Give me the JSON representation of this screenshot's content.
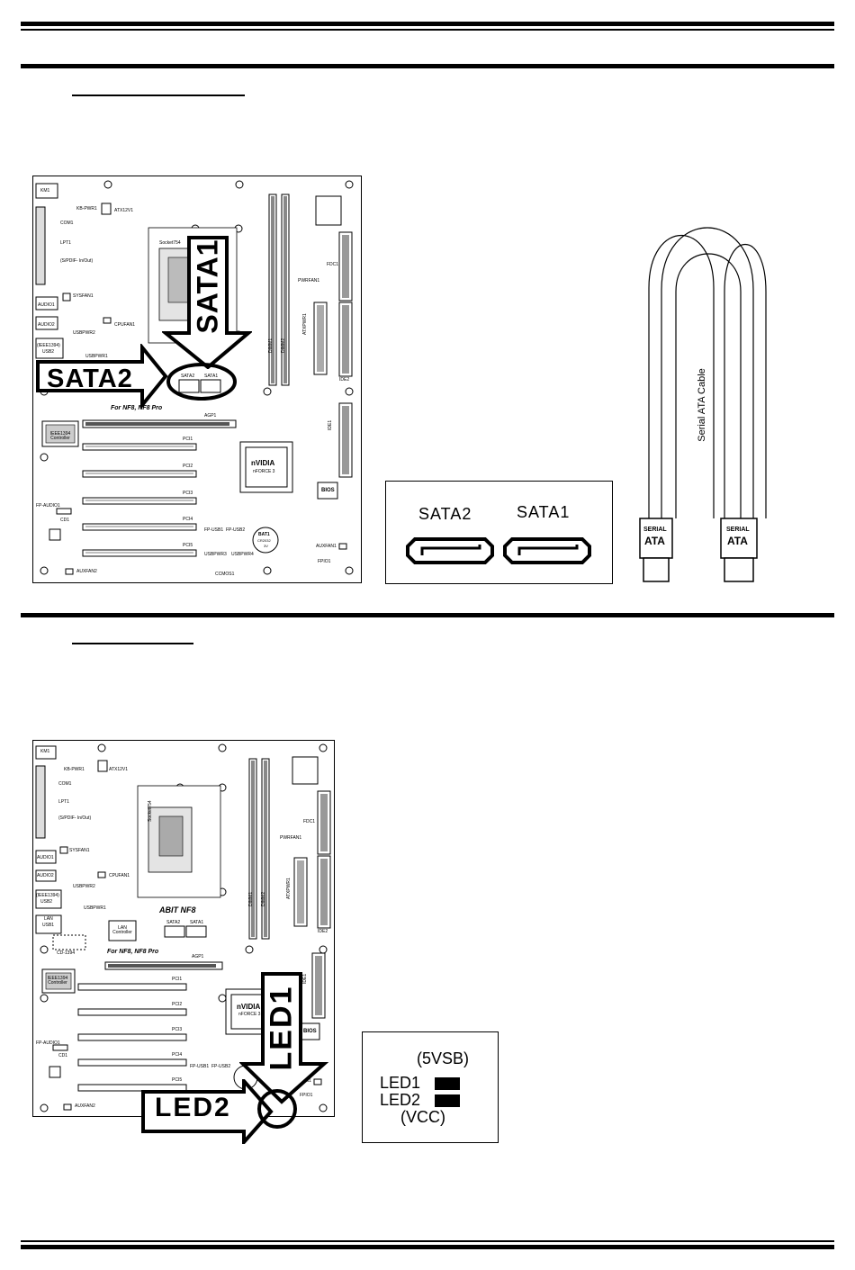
{
  "section1": {
    "board": {
      "kb_label": "KM1",
      "kbpwr_label": "KB-PWR1",
      "atx12v_label": "ATX12V1",
      "com_label": "COM1",
      "lpt_label": "LPT1",
      "spdif_label": "(S/PDIF- In/Out)",
      "sysfan_label": "SYSFAN1",
      "audio_label": "AUDIO1",
      "audio2_label": "AUDIO2",
      "usbpwr2_label": "USBPWR2",
      "cpufan_label": "CPUFAN1",
      "ieee_label": "(IEEE1394)",
      "usb2_label": "USB2",
      "usbpwr1_label": "USBPWR1",
      "fdc_label": "FDC1",
      "pwrfan_label": "PWRFAN1",
      "atxpwr_label": "ATXPWR1",
      "ide2_label": "IDE2",
      "ide1_label": "IDE1",
      "dimm1_label": "DIMM1",
      "dimm2_label": "DIMM2",
      "sata2_small": "SATA2",
      "sata1_small": "SATA1",
      "for_label": "For NF8, NF8 Pro",
      "agp_label": "AGP1",
      "ieee_ctrl_label": "IEEE1394 Controller",
      "pci1": "PCI1",
      "pci2": "PCI2",
      "pci3": "PCI3",
      "pci4": "PCI4",
      "pci5": "PCI5",
      "chip_label": "nVIDIA",
      "chip_sub": "nFORCE 3",
      "bios_label": "BIOS",
      "fpaudio_label": "FP-AUDIO1",
      "cd1_label": "CD1",
      "fpusb1_label": "FP-USB1",
      "fpusb2_label": "FP-USB2",
      "usbpwr3_label": "USBPWR3",
      "usbpwr4_label": "USBPWR4",
      "bat_label": "BAT1",
      "bat_sub": "CR2032",
      "bat_sub2": "3V",
      "auxfan1_label": "AUXFAN1",
      "auxfan2_label": "AUXFAN2",
      "fpio_label": "FPIO1",
      "ccmos_label": "CCMOS1",
      "socket_label": "Socket754"
    },
    "callout_sata1": "SATA1",
    "callout_sata2": "SATA2",
    "connector_panel": {
      "left_label": "SATA2",
      "right_label": "SATA1"
    },
    "cable": {
      "label": "Serial ATA Cable",
      "plug_line1": "SERIAL",
      "plug_line2": "ATA"
    }
  },
  "section2": {
    "board": {
      "kb_label": "KM1",
      "kbpwr_label": "KB-PWR1",
      "atx12v_label": "ATX12V1",
      "com_label": "COM1",
      "lpt_label": "LPT1",
      "spdif_label": "(S/PDIF- In/Out)",
      "sysfan_label": "SYSFAN1",
      "audio_label": "AUDIO1",
      "audio2_label": "AUDIO2",
      "usbpwr2_label": "USBPWR2",
      "cpufan_label": "CPUFAN1",
      "ieee_label": "(IEEE1394)",
      "usb2_label": "USB2",
      "usbpwr1_label": "USBPWR1",
      "lan_label": "LAN",
      "usb1_label": "USB1",
      "lan_ctrl_label": "LAN Controller",
      "cd1394_label": "CD-1394",
      "logo_label": "ABIT NF8",
      "sata2_small": "SATA2",
      "sata1_small": "SATA1",
      "for_label": "For NF8, NF8 Pro",
      "agp_label": "AGP1",
      "ieee_ctrl_label": "IEEE1394 Controller",
      "pci1": "PCI1",
      "pci2": "PCI2",
      "pci3": "PCI3",
      "pci4": "PCI4",
      "pci5": "PCI5",
      "chip_label": "nVIDIA",
      "chip_sub": "nFORCE 3",
      "bios_label": "BIOS",
      "fpaudio_label": "FP-AUDIO1",
      "cd1_label": "CD1",
      "fpusb1_label": "FP-USB1",
      "fpusb2_label": "FP-USB2",
      "auxfan1_label": "AUXFAN1",
      "auxfan2_label": "AUXFAN2",
      "fpio_label": "FPIO1",
      "fdc_label": "FDC1",
      "pwrfan_label": "PWRFAN1",
      "atxpwr_label": "ATXPWR1",
      "ide2_label": "IDE2",
      "ide1_label": "IDE1",
      "dimm1_label": "DIMM1",
      "dimm2_label": "DIMM2",
      "socket_label": "Socket754"
    },
    "callout_led1": "LED1",
    "callout_led2": "LED2",
    "led_panel": {
      "top_label": "(5VSB)",
      "led1": "LED1",
      "led2": "LED2",
      "bottom_label": "(VCC)"
    }
  }
}
